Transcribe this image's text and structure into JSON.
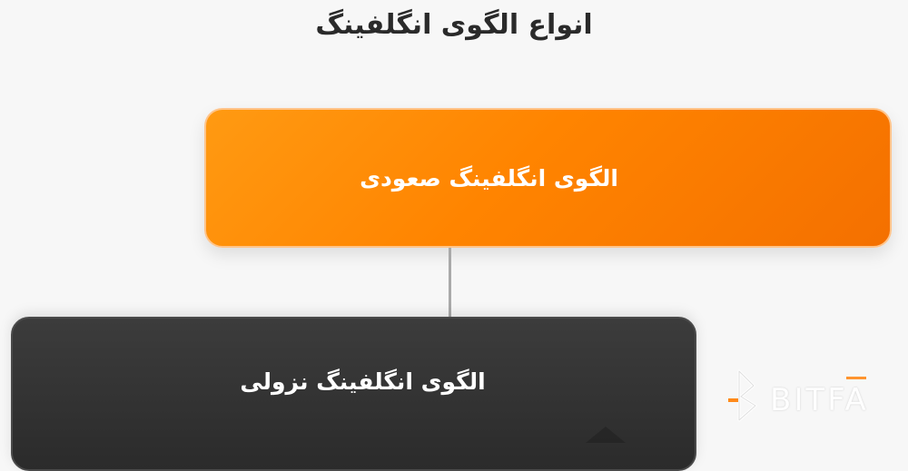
{
  "title": "انواع الگوی انگلفینگ",
  "nodes": {
    "bullish": {
      "label": "الگوی انگلفینگ صعودی"
    },
    "bearish": {
      "label": "الگوی انگلفینگ نزولی"
    }
  },
  "watermark": {
    "brand": "BITFA"
  },
  "colors": {
    "bullish_box": "#ff8400",
    "bearish_box": "#2e2e2e",
    "connector": "#a9a9a9",
    "watermark_accent": "#ff8a1a"
  }
}
